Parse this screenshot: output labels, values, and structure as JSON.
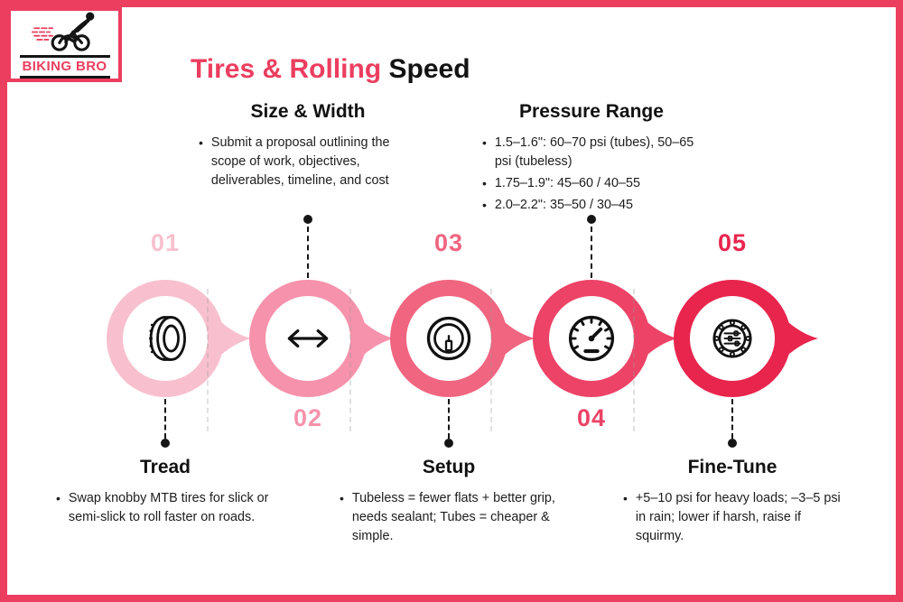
{
  "frame": {
    "color": "#EC3E5F"
  },
  "logo": {
    "brand": "BIKING BRO"
  },
  "header": {
    "title_accent": "Tires & Rolling",
    "title_rest": "Speed",
    "accent_color": "#EC3E5F"
  },
  "ui": {
    "bullet_marker": "•"
  },
  "steps": [
    {
      "number": "01",
      "title": "Tread",
      "color": "#F8C0CE",
      "icon": "tire-icon",
      "text_position": "bottom",
      "bullets": [
        "Swap knobby MTB tires for slick or semi-slick to roll faster on roads."
      ]
    },
    {
      "number": "02",
      "title": "Size & Width",
      "color": "#F692AC",
      "icon": "width-arrow-icon",
      "text_position": "top",
      "bullets": [
        "Submit a proposal outlining the scope of work, objectives, deliverables, timeline, and cost"
      ]
    },
    {
      "number": "03",
      "title": "Setup",
      "color": "#F06580",
      "icon": "valve-icon",
      "text_position": "bottom",
      "bullets": [
        "Tubeless = fewer flats + better grip, needs sealant; Tubes = cheaper & simple."
      ]
    },
    {
      "number": "04",
      "title": "Pressure Range",
      "color": "#EC4367",
      "icon": "pressure-gauge-icon",
      "text_position": "top",
      "bullets": [
        "1.5–1.6\": 60–70 psi (tubes), 50–65 psi (tubeless)",
        "1.75–1.9\": 45–60 / 40–55",
        "2.0–2.2\": 35–50 / 30–45"
      ]
    },
    {
      "number": "05",
      "title": "Fine-Tune",
      "color": "#E8254D",
      "icon": "tune-gear-icon",
      "text_position": "bottom",
      "bullets": [
        "+5–10 psi for heavy loads; –3–5 psi in rain; lower if harsh, raise if squirmy."
      ]
    }
  ]
}
